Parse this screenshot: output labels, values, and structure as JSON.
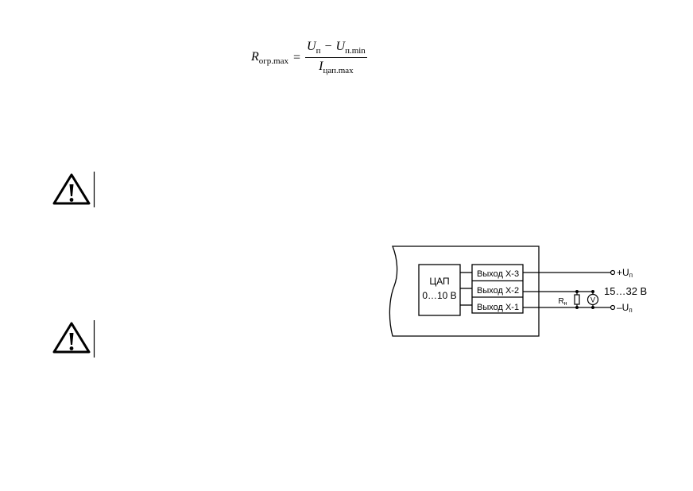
{
  "formula": {
    "lhs_symbol": "R",
    "lhs_sub": "огр.max",
    "equals": "=",
    "num_a": "U",
    "num_a_sub": "п",
    "minus": "−",
    "num_b": "U",
    "num_b_sub": "п.min",
    "den": "I",
    "den_sub": "цап.max"
  },
  "warnings": [
    {
      "icon": "warning-triangle-icon"
    },
    {
      "icon": "warning-triangle-icon"
    }
  ],
  "diagram": {
    "dac_label_line1": "ЦАП",
    "dac_label_line2": "0…10 В",
    "outputs": [
      "Выход X-3",
      "Выход X-2",
      "Выход X-1"
    ],
    "plus_label": "+U",
    "plus_sub": "п",
    "minus_label": "–U",
    "minus_sub": "п",
    "voltage_range": "15…32 В",
    "load_label": "R",
    "load_sub": "н",
    "voltmeter": "V"
  }
}
